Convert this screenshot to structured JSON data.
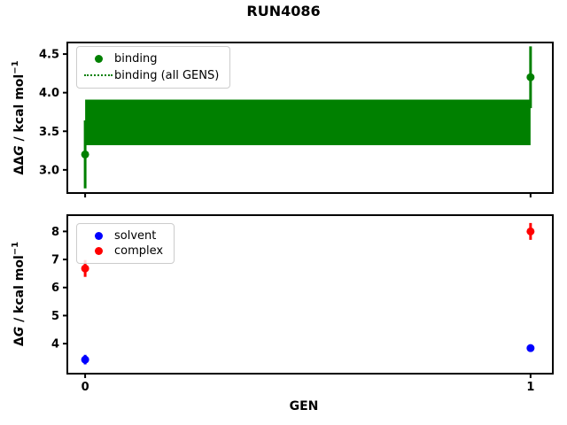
{
  "title": "RUN4086",
  "xlabel": "GEN",
  "background": "#ffffff",
  "chart_data": [
    {
      "type": "scatter",
      "name": "binding-plot",
      "ylabel": {
        "prefix": "ΔΔ",
        "var": "G",
        "rest": " / kcal mol",
        "sup": "−1"
      },
      "xlim": [
        -0.04,
        1.05
      ],
      "ylim": [
        2.7,
        4.65
      ],
      "grid": false,
      "xticks": {
        "values": [
          0,
          1
        ],
        "labels": [
          "0",
          "1"
        ],
        "show_labels": false
      },
      "yticks": {
        "values": [
          3.0,
          3.5,
          4.0,
          4.5
        ],
        "labels": [
          "3.0",
          "3.5",
          "4.0",
          "4.5"
        ]
      },
      "series": [
        {
          "name": "binding",
          "color": "#008000",
          "marker": "circle",
          "x": [
            0,
            1
          ],
          "y": [
            3.2,
            4.2
          ],
          "yerr": [
            0.44,
            0.4
          ]
        }
      ],
      "band": {
        "name": "binding (all GENS)",
        "color": "#008000",
        "x": [
          0,
          1
        ],
        "lo": 3.32,
        "hi": 3.91,
        "mean": 3.62,
        "linestyle": "dotted"
      },
      "legend": {
        "position": "upper-left",
        "entries": [
          {
            "label": "binding",
            "marker": "dot",
            "color": "#008000"
          },
          {
            "label": "binding (all GENS)",
            "marker": "dotted-line",
            "color": "#008000"
          }
        ]
      }
    },
    {
      "type": "scatter",
      "name": "dg-plot",
      "ylabel": {
        "prefix": "Δ",
        "var": "G",
        "rest": " / kcal mol",
        "sup": "−1"
      },
      "xlim": [
        -0.04,
        1.05
      ],
      "ylim": [
        2.93,
        8.58
      ],
      "grid": false,
      "xticks": {
        "values": [
          0,
          1
        ],
        "labels": [
          "0",
          "1"
        ],
        "show_labels": true
      },
      "yticks": {
        "values": [
          4,
          5,
          6,
          7,
          8
        ],
        "labels": [
          "4",
          "5",
          "6",
          "7",
          "8"
        ]
      },
      "series": [
        {
          "name": "solvent",
          "color": "#0000ff",
          "marker": "circle",
          "x": [
            0,
            1
          ],
          "y": [
            3.43,
            3.84
          ],
          "yerr": [
            0.17,
            0.12
          ]
        },
        {
          "name": "complex",
          "color": "#ff0000",
          "marker": "circle",
          "x": [
            0,
            1
          ],
          "y": [
            6.68,
            8.0
          ],
          "yerr": [
            0.3,
            0.3
          ]
        }
      ],
      "legend": {
        "position": "upper-left",
        "entries": [
          {
            "label": "solvent",
            "marker": "dot",
            "color": "#0000ff"
          },
          {
            "label": "complex",
            "marker": "dot",
            "color": "#ff0000"
          }
        ]
      }
    }
  ]
}
